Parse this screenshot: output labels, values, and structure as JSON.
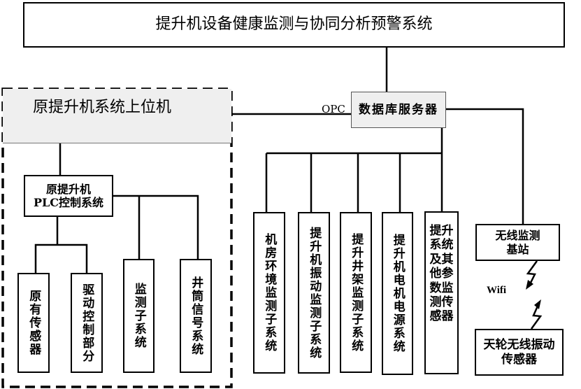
{
  "title": "提升机设备健康监测与协同分析预警系统",
  "db_server": "数据库服务器",
  "opc_label": "OPC",
  "upper_computer": "原提升机系统上位机",
  "plc": "原提升机\nPLC控制系统",
  "plc_children": [
    "原有传感器",
    "驱动控制部分",
    "监测子系统",
    "井筒信号系统"
  ],
  "db_children": [
    "机房环境监测子系统",
    "提升机振动监测子系统",
    "提升井架监测子系统",
    "提升机电机电源系统",
    "提升\n系统\n及其\n他参\n数监\n测传\n感器"
  ],
  "wireless_station": "无线监测\n基站",
  "wifi_label": "Wifi",
  "wireless_sensor": "天轮无线振动\n传感器",
  "colors": {
    "box_fill_gray": "#efefef",
    "line": "#000000"
  }
}
